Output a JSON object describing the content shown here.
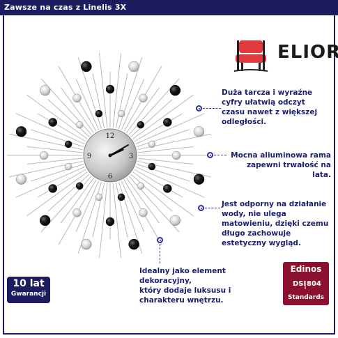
{
  "header": {
    "title": "Zawsze na czas z Linelis 3X"
  },
  "brand": {
    "logo_text": "ELIOR",
    "logo_icon": "chair-icon"
  },
  "clock": {
    "hour": 2,
    "minute": 10,
    "numerals": [
      "12",
      "3",
      "6",
      "9"
    ]
  },
  "features": [
    {
      "lines": [
        "Duża tarcza i wyraźne",
        "cyfry ułatwią odczyt",
        "czasu nawet z większej",
        "odległości."
      ]
    },
    {
      "lines": [
        "Mocna aliuminowa rama",
        "zapewni trwałość na lata."
      ]
    },
    {
      "lines": [
        "Jest odporny na działanie",
        "wody, nie ulega",
        "matowieniu, dzięki czemu",
        "długo zachowuje",
        "estetyczny wygląd."
      ]
    },
    {
      "lines": [
        "Idealny jako element dekoracyjny,",
        "który dodaje luksusu i",
        "charakteru wnętrzu."
      ]
    }
  ],
  "warranty": {
    "big": "10 lat",
    "small": "Gwarancji"
  },
  "certificate": {
    "name": "Edinos",
    "dsi": "DSI",
    "number": "804",
    "standards": "Standards"
  },
  "colors": {
    "navy": "#1c1c5e",
    "text": "#1a1f6b",
    "accent_red": "#8c1030"
  }
}
